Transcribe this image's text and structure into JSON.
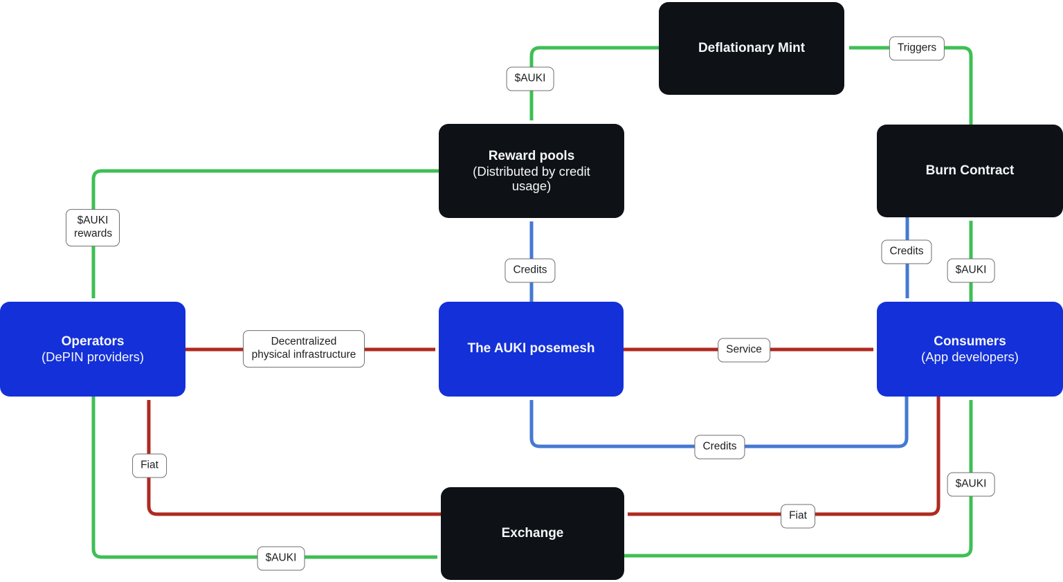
{
  "diagram": {
    "colors": {
      "node_dark": "#0e1116",
      "node_blue": "#1330d9",
      "edge_green": "#3ebf54",
      "edge_blue": "#4579d2",
      "edge_red": "#ae2a20",
      "label_background": "#ffffff",
      "label_border": "#6e6e6e",
      "canvas_background": "#ffffff"
    },
    "nodes": [
      {
        "id": "deflationary-mint",
        "title": "Deflationary Mint",
        "subtitle": "",
        "style": "dark"
      },
      {
        "id": "reward-pools",
        "title": "Reward pools",
        "subtitle": "(Distributed by credit usage)",
        "style": "dark"
      },
      {
        "id": "burn-contract",
        "title": "Burn Contract",
        "subtitle": "",
        "style": "dark"
      },
      {
        "id": "operators",
        "title": "Operators",
        "subtitle": "(DePIN providers)",
        "style": "blue"
      },
      {
        "id": "posemesh",
        "title": "The AUKI posemesh",
        "subtitle": "",
        "style": "blue"
      },
      {
        "id": "consumers",
        "title": "Consumers",
        "subtitle": "(App developers)",
        "style": "blue"
      },
      {
        "id": "exchange",
        "title": "Exchange",
        "subtitle": "",
        "style": "dark"
      }
    ],
    "edge_labels": [
      {
        "id": "sauki-mint-to-rewards",
        "text": "$AUKI"
      },
      {
        "id": "triggers-consumers-to-mint",
        "text": "Triggers"
      },
      {
        "id": "sauki-rewards-to-operators",
        "text": "$AUKI rewards"
      },
      {
        "id": "credits-posemesh-to-rewards",
        "text": "Credits"
      },
      {
        "id": "credits-burn-to-consumers",
        "text": "Credits"
      },
      {
        "id": "sauki-consumers-to-burn",
        "text": "$AUKI"
      },
      {
        "id": "decentralized-physical-infrastructure",
        "text": "Decentralized physical infrastructure"
      },
      {
        "id": "service-posemesh-to-consumers",
        "text": "Service"
      },
      {
        "id": "credits-consumers-to-posemesh",
        "text": "Credits"
      },
      {
        "id": "fiat-exchange-to-operators",
        "text": "Fiat"
      },
      {
        "id": "sauki-exchange-to-consumers",
        "text": "$AUKI"
      },
      {
        "id": "fiat-consumers-to-exchange",
        "text": "Fiat"
      },
      {
        "id": "sauki-operators-to-exchange",
        "text": "$AUKI"
      }
    ],
    "edges": [
      {
        "from": "deflationary-mint",
        "to": "reward-pools",
        "color": "green",
        "label": "$AUKI"
      },
      {
        "from": "burn-contract",
        "to": "deflationary-mint",
        "color": "green",
        "label": "Triggers"
      },
      {
        "from": "reward-pools",
        "to": "operators",
        "color": "green",
        "label": "$AUKI rewards"
      },
      {
        "from": "consumers",
        "to": "burn-contract",
        "color": "green",
        "label": "$AUKI"
      },
      {
        "from": "operators",
        "to": "exchange",
        "color": "green",
        "label": "$AUKI"
      },
      {
        "from": "exchange",
        "to": "consumers",
        "color": "green",
        "label": "$AUKI"
      },
      {
        "from": "posemesh",
        "to": "reward-pools",
        "color": "blue",
        "label": "Credits"
      },
      {
        "from": "burn-contract",
        "to": "consumers",
        "color": "blue",
        "label": "Credits"
      },
      {
        "from": "consumers",
        "to": "posemesh",
        "color": "blue",
        "label": "Credits"
      },
      {
        "from": "operators",
        "to": "posemesh",
        "color": "red",
        "label": "Decentralized physical infrastructure"
      },
      {
        "from": "posemesh",
        "to": "consumers",
        "color": "red",
        "label": "Service"
      },
      {
        "from": "consumers",
        "to": "exchange",
        "color": "red",
        "label": "Fiat"
      },
      {
        "from": "exchange",
        "to": "operators",
        "color": "red",
        "label": "Fiat"
      }
    ]
  }
}
